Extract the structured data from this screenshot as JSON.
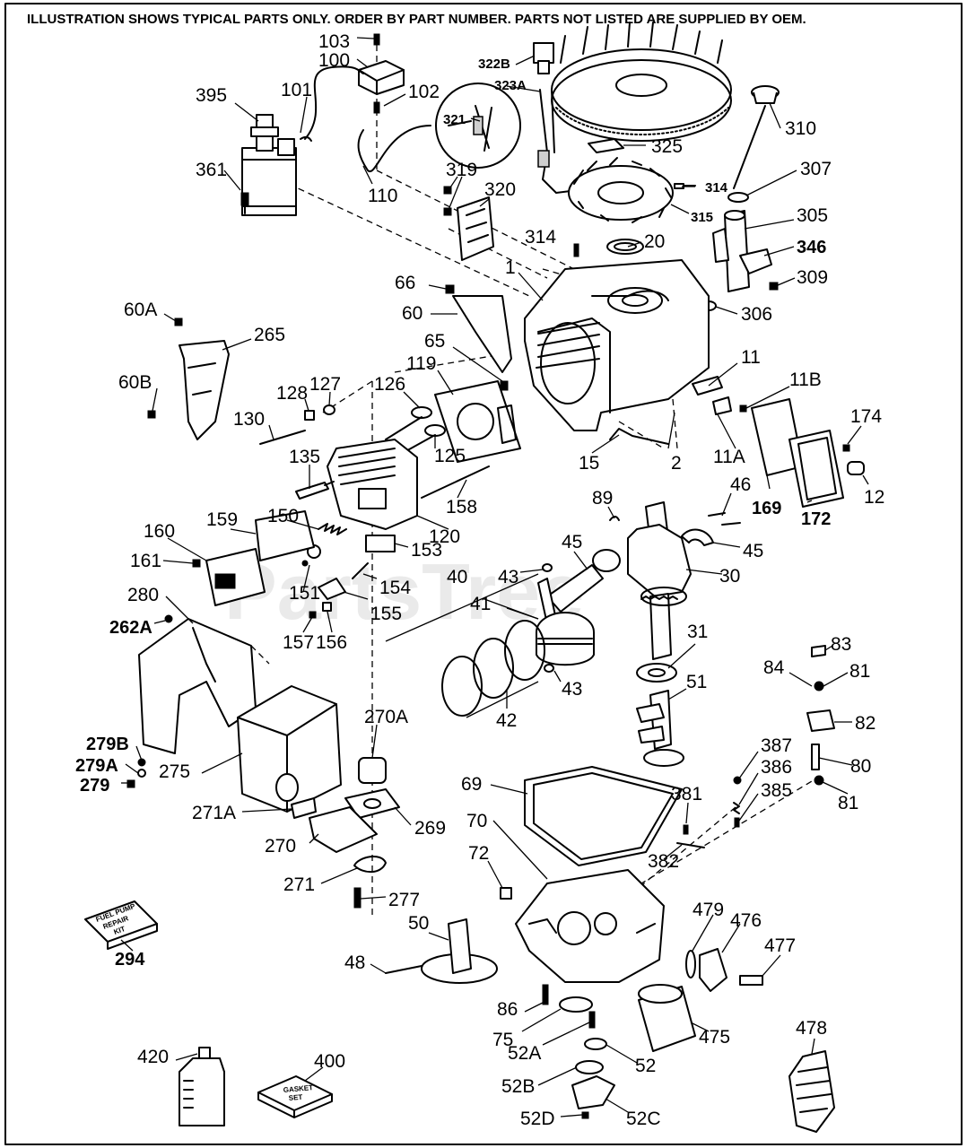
{
  "header": {
    "notice": "ILLUSTRATION SHOWS TYPICAL PARTS ONLY. ORDER BY PART NUMBER.  PARTS NOT LISTED ARE SUPPLIED BY OEM."
  },
  "watermark": "PartsTree",
  "kits": {
    "fuel_pump_repair": [
      "FUEL PUMP",
      "REPAIR",
      "KIT"
    ],
    "gasket_set": [
      "GASKET",
      "SET"
    ]
  },
  "part_labels": [
    "103",
    "100",
    "101",
    "102",
    "395",
    "361",
    "110",
    "322B",
    "323A",
    "321",
    "325",
    "310",
    "307",
    "314",
    "315",
    "319",
    "320",
    "314",
    "20",
    "305",
    "346",
    "309",
    "306",
    "1",
    "66",
    "60A",
    "60",
    "265",
    "65",
    "11",
    "11B",
    "60B",
    "128",
    "127",
    "126",
    "119",
    "130",
    "125",
    "15",
    "2",
    "11A",
    "169",
    "172",
    "174",
    "12",
    "135",
    "158",
    "89",
    "46",
    "120",
    "45",
    "160",
    "159",
    "150",
    "153",
    "45",
    "161",
    "151",
    "154",
    "40",
    "43",
    "41",
    "30",
    "280",
    "155",
    "262A",
    "157",
    "156",
    "31",
    "83",
    "84",
    "81",
    "43",
    "42",
    "51",
    "82",
    "270A",
    "387",
    "80",
    "279B",
    "386",
    "279A",
    "275",
    "385",
    "279",
    "69",
    "381",
    "81",
    "271A",
    "269",
    "70",
    "270",
    "382",
    "72",
    "271",
    "277",
    "479",
    "476",
    "50",
    "477",
    "294",
    "48",
    "86",
    "75",
    "475",
    "52A",
    "52",
    "478",
    "420",
    "400",
    "52B",
    "52C",
    "52D"
  ],
  "colors": {
    "ink": "#000000",
    "paper": "#ffffff",
    "watermark": "#d9d9d9"
  }
}
